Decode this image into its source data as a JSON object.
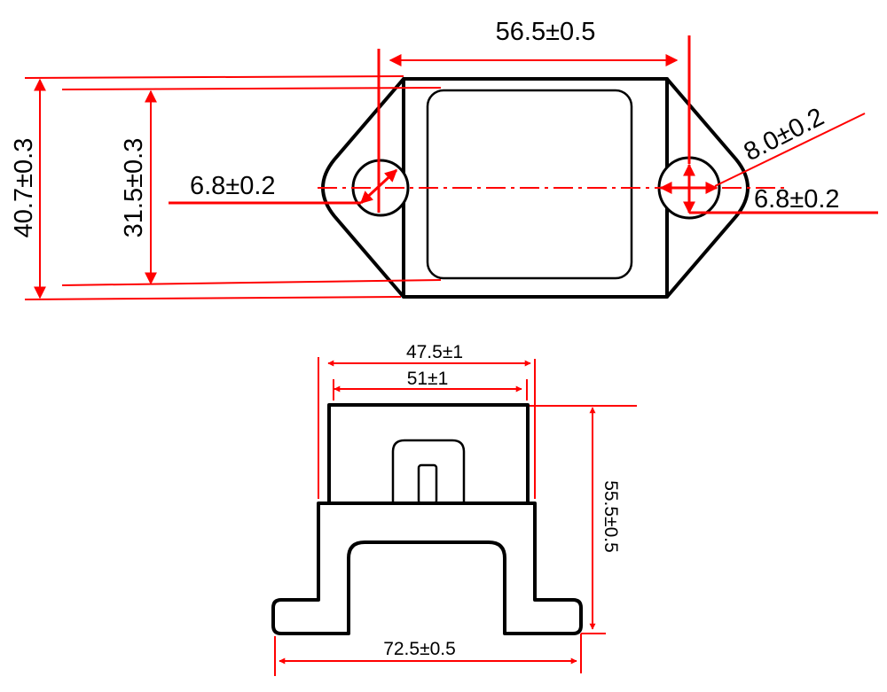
{
  "colors": {
    "dimension": "#ff0000",
    "outline": "#000000"
  },
  "top_view": {
    "overall_width": "56.5±0.5",
    "overall_height": "40.7±0.3",
    "inner_height": "31.5±0.3",
    "left_hole_diameter": "6.8±0.2",
    "slot_length": "8.0±0.2",
    "right_hole_width": "6.8±0.2"
  },
  "side_view": {
    "top_outer_width": "47.5±1",
    "top_inner_width": "51±1",
    "height": "55.5±0.5",
    "base_width": "72.5±0.5"
  }
}
